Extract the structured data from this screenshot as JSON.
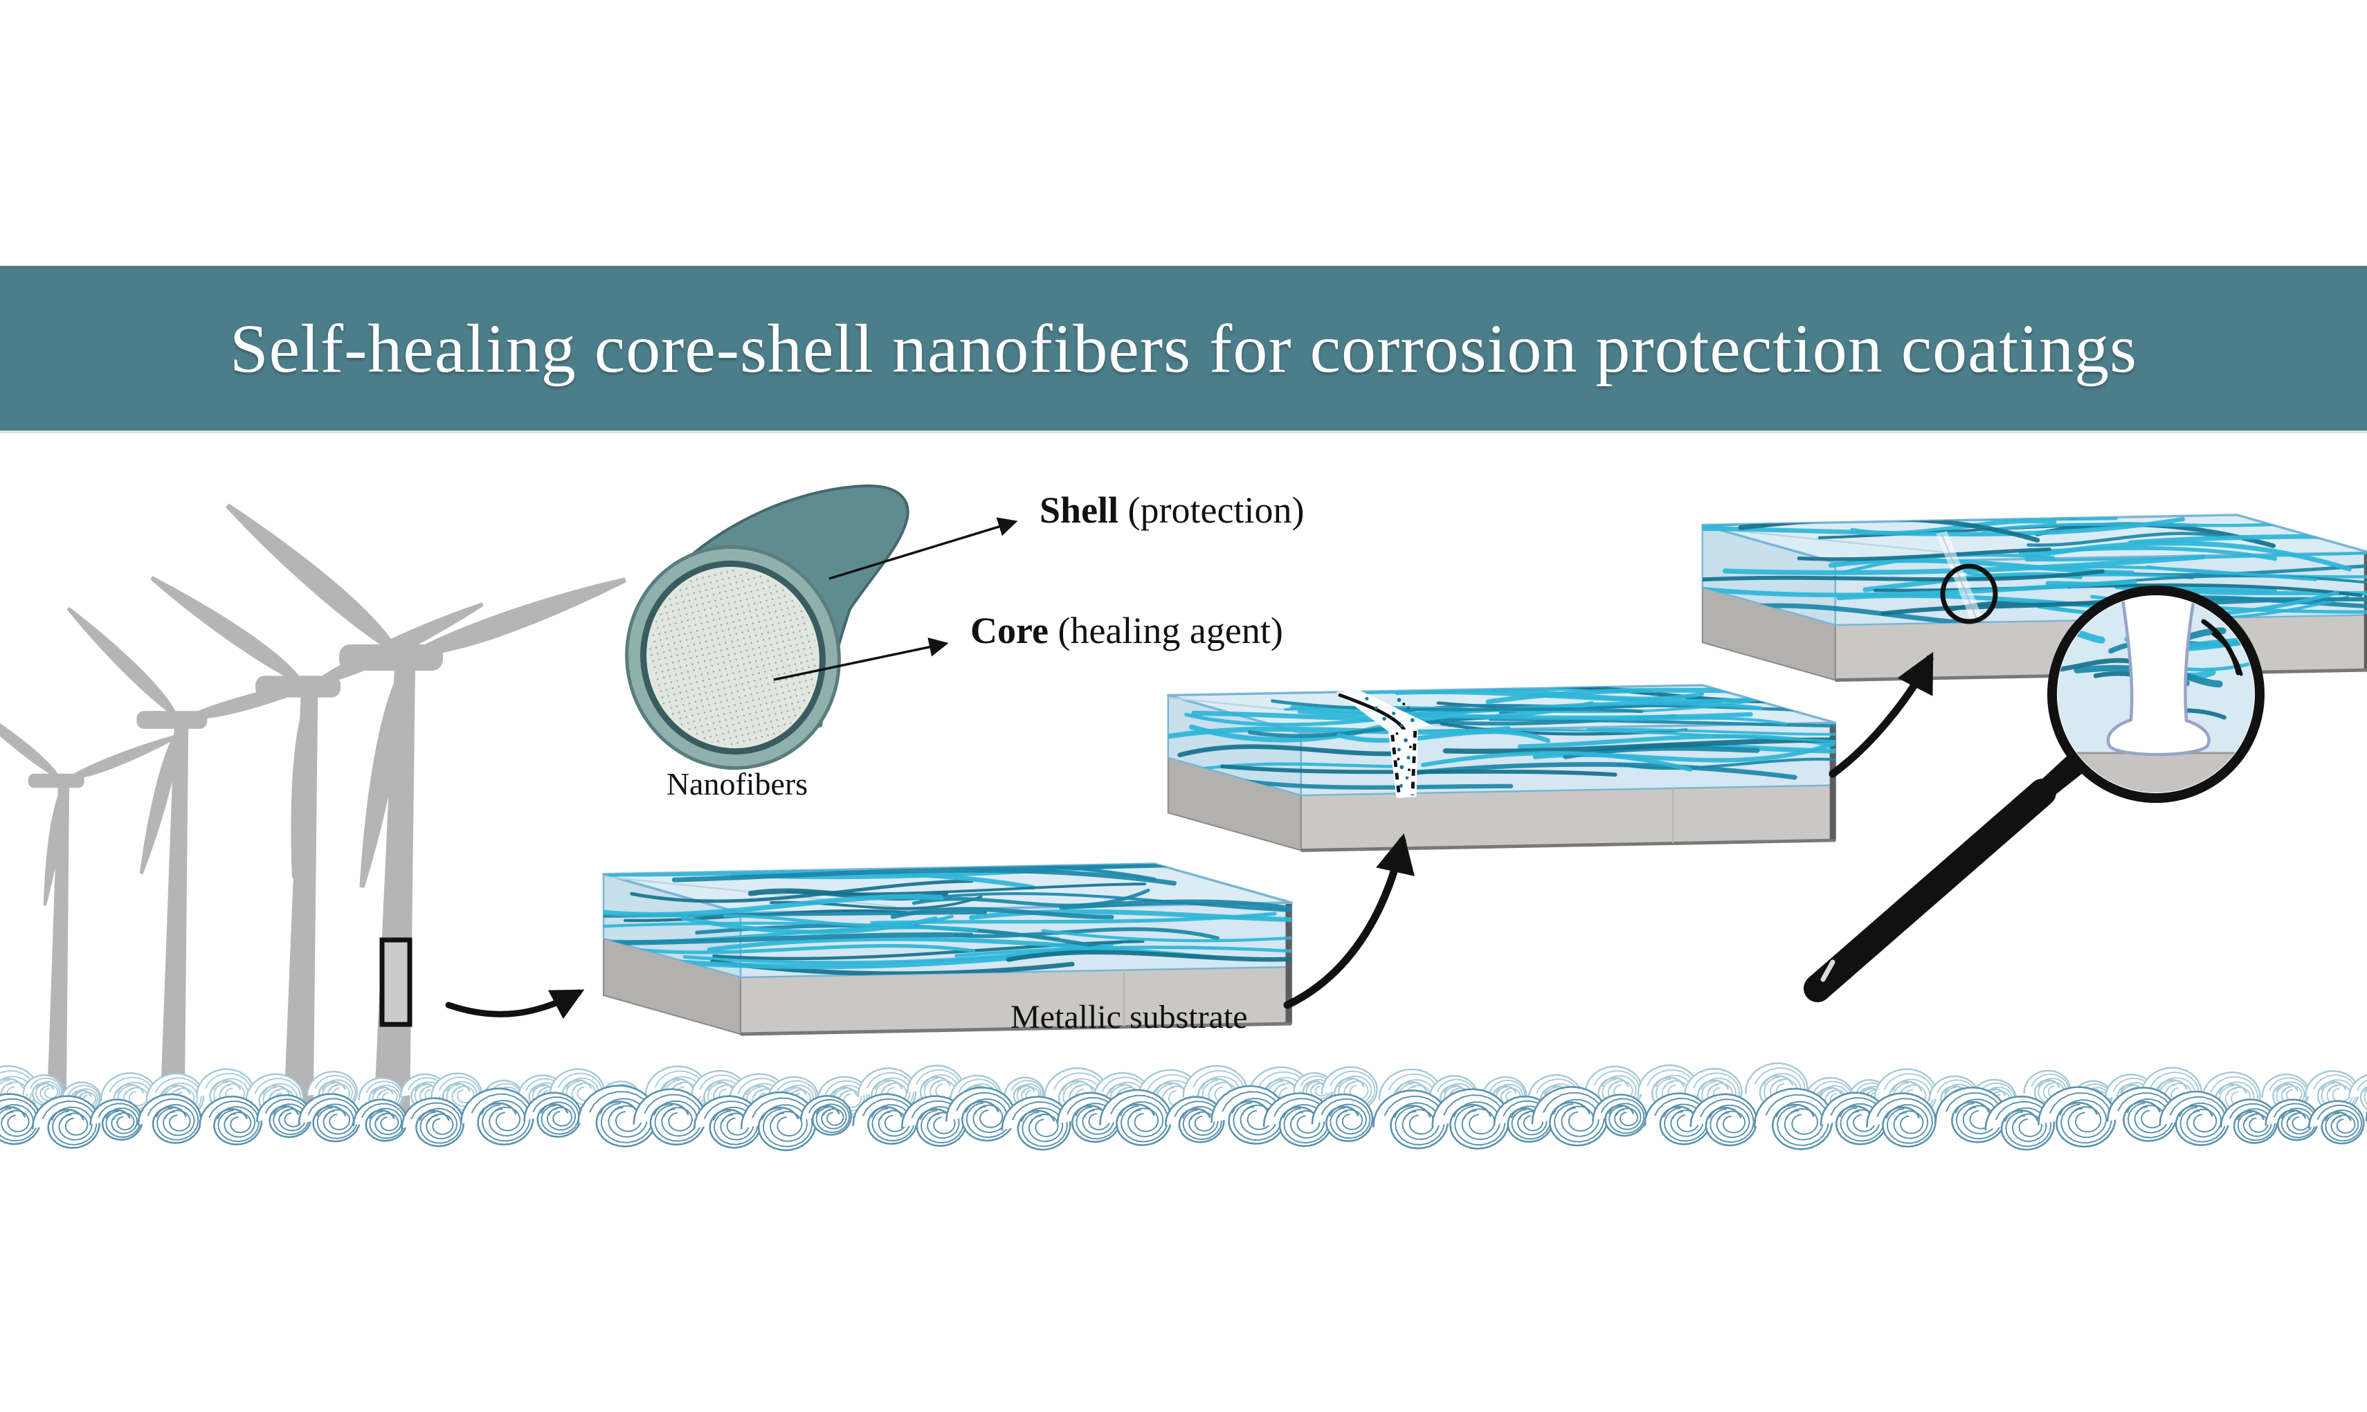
{
  "banner": {
    "title": "Self-healing core-shell nanofibers for corrosion protection coatings"
  },
  "labels": {
    "shell_bold": "Shell",
    "shell_rest": " (protection)",
    "core_bold": "Core",
    "core_rest": " (healing agent)",
    "nanofibers": "Nanofibers",
    "metallic_substrate": "Metallic substrate"
  },
  "colors": {
    "banner_bg": "#4c7e8a",
    "title_text": "#ffffff",
    "label_text": "#111111",
    "turbine_gray": "#b5b5b5",
    "slab_top": "#dcecf5",
    "slab_front": "#d5e7f2",
    "slab_left": "#c8dfec",
    "slab_border": "#79b5d6",
    "fiber_bright": "#2cb5d8",
    "fiber_mid": "#1b87a8",
    "fiber_dark": "#15718c",
    "substrate_front": "#cac8c5",
    "substrate_left": "#b3b1ae",
    "substrate_edge": "#8b8987",
    "healing_agent": "#99a3c9",
    "cylinder_body": "#5f8c91",
    "cylinder_outline": "#45686e",
    "shell_ring": "#8fb0ac",
    "shell_ring_dark": "#395c60",
    "core_fill": "#e1e7e0",
    "core_dot": "#9fada7",
    "wave_back": "#a5c9d6",
    "wave_front": "#5b93ad",
    "arrow_black": "#111111"
  }
}
